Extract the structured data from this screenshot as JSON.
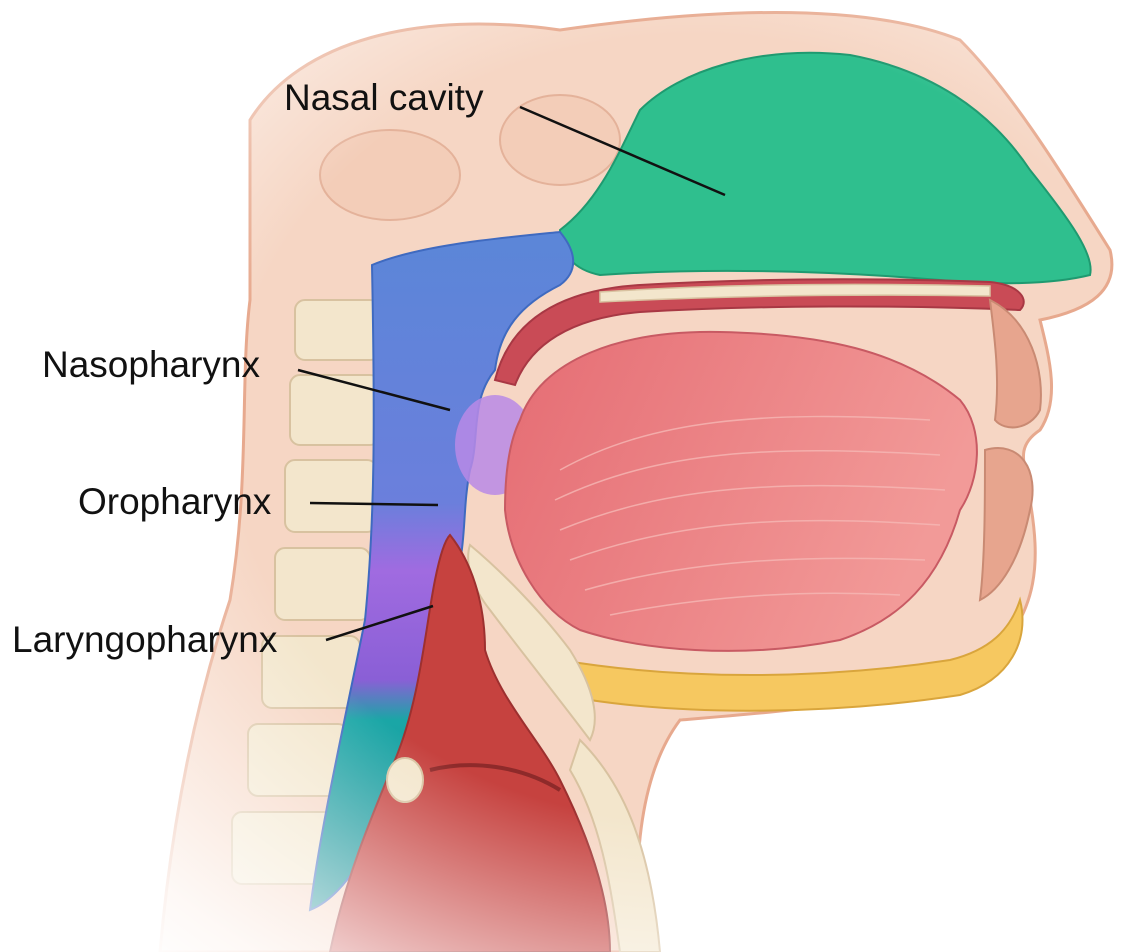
{
  "labels": {
    "nasal_cavity": "Nasal cavity",
    "nasopharynx": "Nasopharynx",
    "oropharynx": "Oropharynx",
    "laryngopharynx": "Laryngopharynx"
  },
  "colors": {
    "background": "#ffffff",
    "skin": "#f6d6c4",
    "skin_outline": "#e7a98e",
    "nasal_cavity": "#2fbf8e",
    "nasopharynx": "#5b86d8",
    "oropharynx": "#a06be0",
    "laryngopharynx": "#1aa6a6",
    "tongue": "#e8747a",
    "palate_mucosa": "#c94b56",
    "larynx": "#c6423f",
    "bone": "#f3e6cc",
    "fat": "#f6c860",
    "leader_line": "#111111"
  }
}
